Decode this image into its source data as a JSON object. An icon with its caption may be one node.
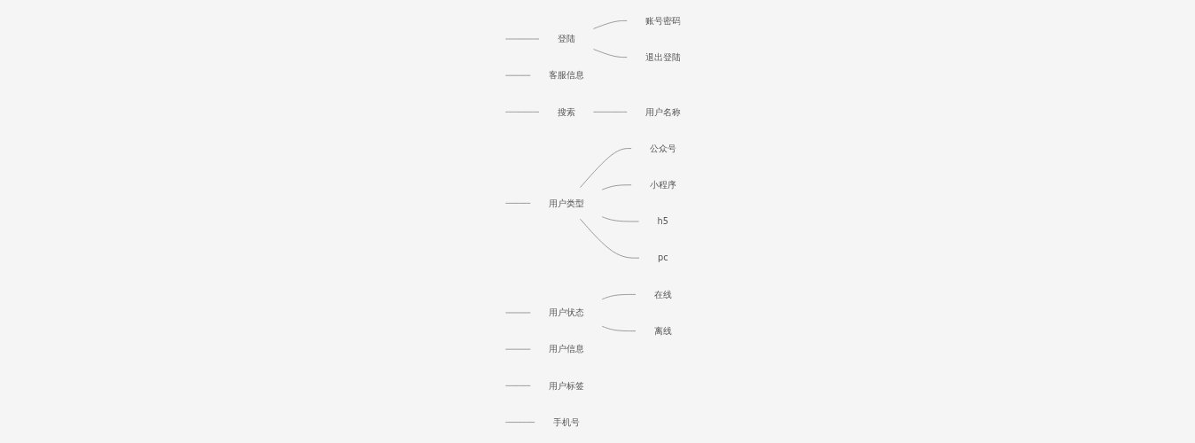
{
  "diagram": {
    "nodes": [
      {
        "text": [
          "登陆"
        ]
      },
      {
        "text": [
          "账号密码"
        ]
      },
      {
        "text": [
          "退出登陆"
        ]
      },
      {
        "text": [
          "客服信息"
        ]
      },
      {
        "text": [
          "搜索"
        ]
      },
      {
        "text": [
          "用户名称"
        ]
      },
      {
        "text": [
          "用户类型"
        ]
      },
      {
        "text": [
          "公众号"
        ]
      },
      {
        "text": [
          "小程序"
        ]
      },
      {
        "text": [
          "h5"
        ]
      },
      {
        "text": [
          "pc"
        ]
      },
      {
        "text": [
          "用户状态"
        ]
      },
      {
        "text": [
          "在线"
        ]
      },
      {
        "text": [
          "离线"
        ]
      },
      {
        "text": [
          "用户信息"
        ]
      },
      {
        "text": [
          "用户标签"
        ]
      },
      {
        "text": [
          "手机号"
        ]
      }
    ],
    "edges": [
      {
        "from": null,
        "to": 0,
        "arrow": "none"
      },
      {
        "from": 0,
        "to": 1,
        "arrow": "none"
      },
      {
        "from": 0,
        "to": 2,
        "arrow": "none"
      },
      {
        "from": null,
        "to": 3,
        "arrow": "none"
      },
      {
        "from": null,
        "to": 4,
        "arrow": "none"
      },
      {
        "from": 4,
        "to": 5,
        "arrow": "none"
      },
      {
        "from": null,
        "to": 6,
        "arrow": "none"
      },
      {
        "from": 6,
        "to": 7,
        "arrow": "none"
      },
      {
        "from": 6,
        "to": 8,
        "arrow": "none"
      },
      {
        "from": 6,
        "to": 9,
        "arrow": "none"
      },
      {
        "from": 6,
        "to": 10,
        "arrow": "none"
      },
      {
        "from": null,
        "to": 11,
        "arrow": "none"
      },
      {
        "from": 11,
        "to": 12,
        "arrow": "none"
      },
      {
        "from": 11,
        "to": 13,
        "arrow": "none"
      },
      {
        "from": null,
        "to": 14,
        "arrow": "none"
      },
      {
        "from": null,
        "to": 15,
        "arrow": "none"
      },
      {
        "from": null,
        "to": 16,
        "arrow": "none"
      }
    ]
  }
}
